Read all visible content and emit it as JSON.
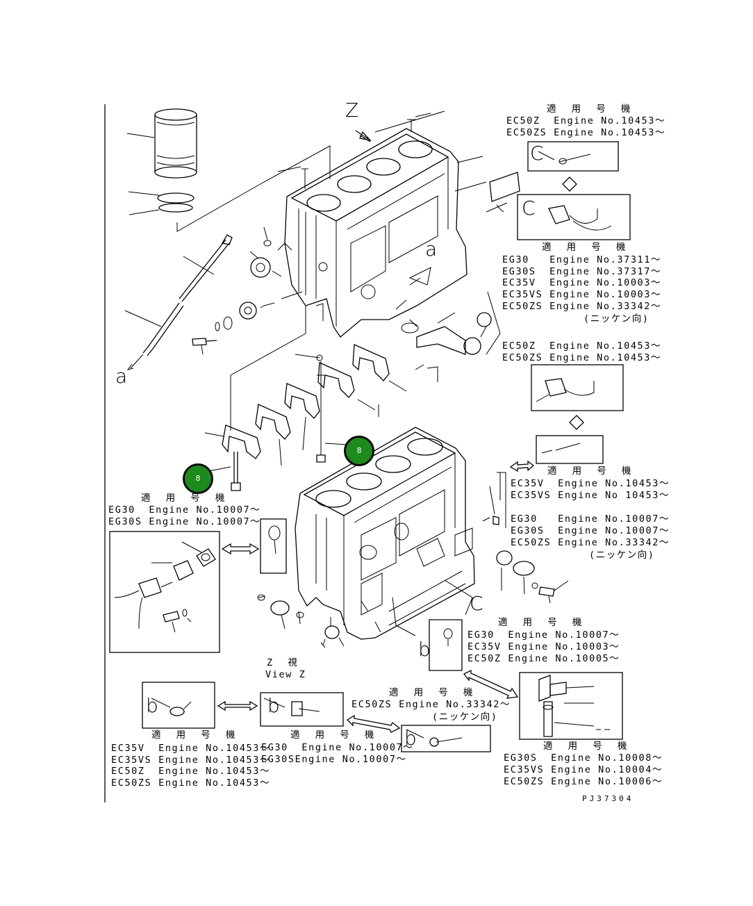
{
  "diagram_code": "PJ37304",
  "view_label": {
    "jp": "Z 視",
    "en": "View Z"
  },
  "view_arrow_letter": "Z",
  "arrow_letters": {
    "a": "a",
    "b": "b",
    "c": "C"
  },
  "ref_markers": [
    "8",
    "8"
  ],
  "blocks": {
    "top_right": {
      "header": "適 用 号 機",
      "lines": [
        "EC50Z  Engine No.10453～",
        "EC50ZS Engine No.10453～"
      ]
    },
    "right_2": {
      "header": "適 用 号 機",
      "lines": [
        "EG30   Engine No.37311～",
        "EG30S  Engine No.37317～",
        "EC35V  Engine No.10003～",
        "EC35VS Engine No.10003～",
        "EC50ZS Engine No.33342～",
        "(ニッケン向)"
      ]
    },
    "right_3": {
      "lines": [
        "EC50Z  Engine No.10453～",
        "EC50ZS Engine No.10453～"
      ]
    },
    "right_4": {
      "header": "適 用 号 機",
      "lines": [
        "EC35V  Engine No.10453～",
        "EC35VS Engine No 10453～",
        "EG30   Engine No.10007～",
        "EG30S  Engine No.10007～",
        "EC50ZS Engine No.33342～",
        "(ニッケン向)"
      ]
    },
    "left_mid": {
      "header": "適 用 号 機",
      "lines": [
        "EG30  Engine No.10007～",
        "EG30S Engine No.10007～"
      ]
    },
    "right_5": {
      "header": "適 用 号 機",
      "lines": [
        "EG30  Engine No.10007～",
        "EC35V Engine No.10003～",
        "EC50Z Engine No.10005～"
      ]
    },
    "center_bottom": {
      "header": "適 用 号 機",
      "lines": [
        "EC50ZS Engine No.33342～",
        "(ニッケン向)"
      ]
    },
    "bottom_left": {
      "header": "適 用 号 機",
      "lines": [
        "EC35V  Engine No.10453～",
        "EC35VS Engine No.10453～",
        "EC50Z  Engine No.10453～",
        "EC50ZS Engine No.10453～"
      ]
    },
    "bottom_mid": {
      "header": "適 用 号 機",
      "lines": [
        "EG30  Engine No.10007～",
        "EG30SEngine No.10007～"
      ]
    },
    "bottom_right": {
      "header": "適 用 号 機",
      "lines": [
        "EG30S  Engine No.10008～",
        "EC35VS Engine No.10004～",
        "EC50ZS Engine No.10006～"
      ]
    }
  }
}
